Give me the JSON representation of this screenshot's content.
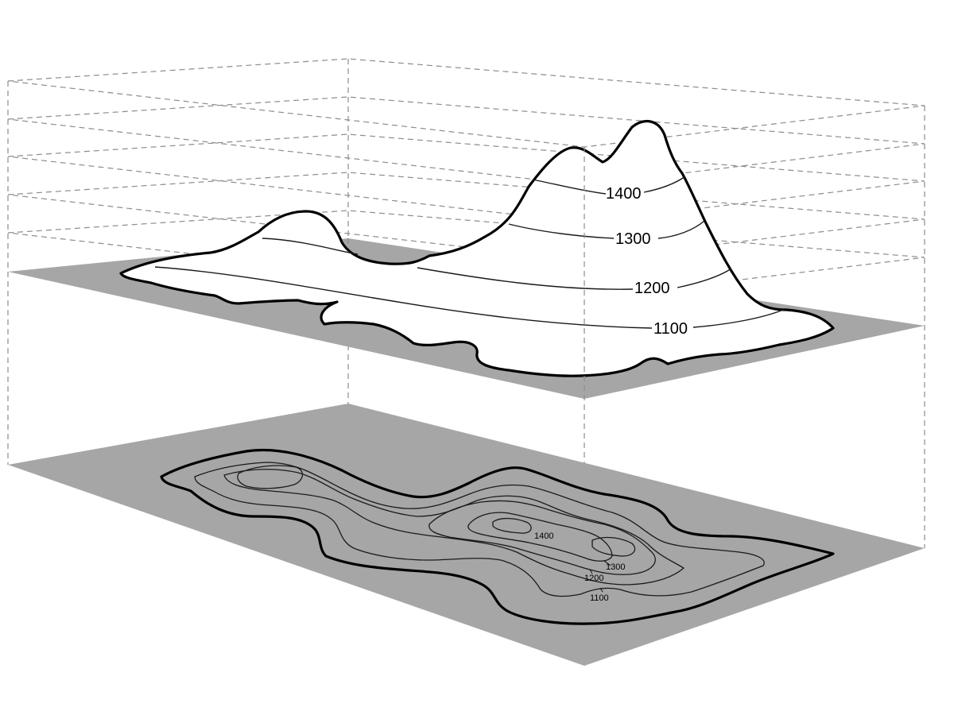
{
  "diagram": {
    "upper_model": {
      "contour_labels": [
        "1400",
        "1300",
        "1200",
        "1100"
      ]
    },
    "lower_map": {
      "contour_labels": [
        "1400",
        "1300",
        "1200",
        "1100"
      ]
    }
  },
  "colors": {
    "plane": "#a6a6a6",
    "terrain": "#ffffff",
    "line": "#000000",
    "guide": "#8c8c8c"
  }
}
